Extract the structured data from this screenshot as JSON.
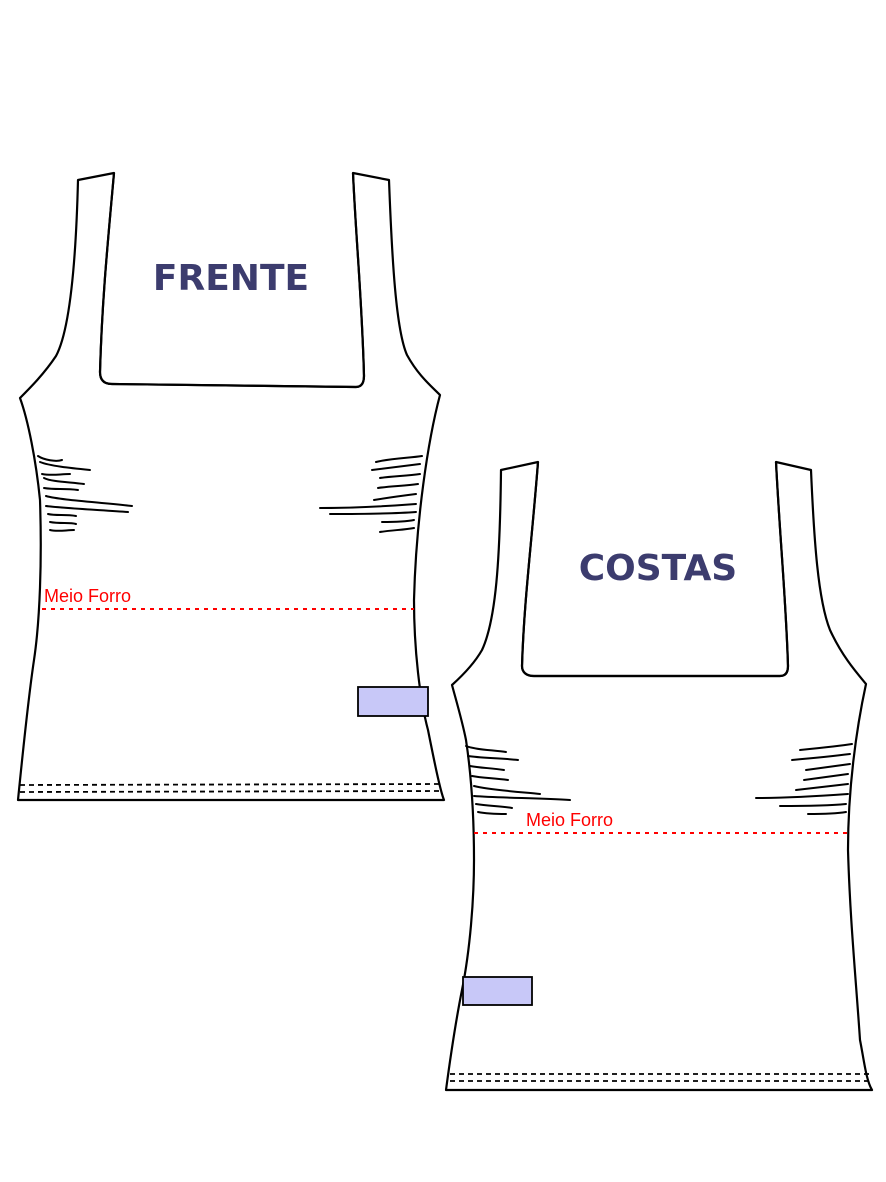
{
  "colors": {
    "title": "#3c3c6e",
    "lining": "#ff0000",
    "tag_fill": "#c8c8f8",
    "outline": "#000000"
  },
  "front": {
    "title": "FRENTE",
    "lining_label": "Meio Forro"
  },
  "back": {
    "title": "COSTAS",
    "lining_label": "Meio Forro"
  }
}
